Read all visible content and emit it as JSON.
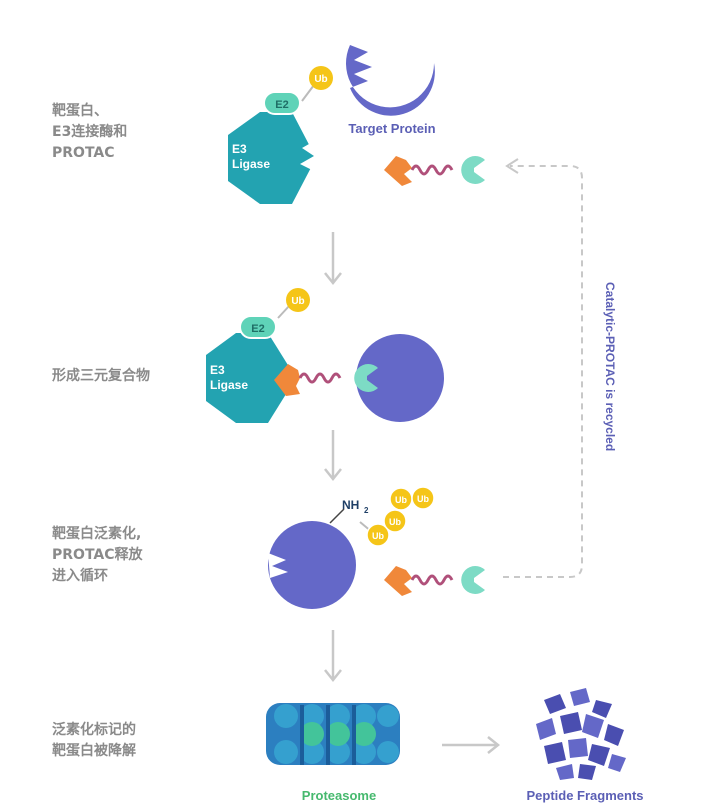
{
  "steps": [
    {
      "label": "靶蛋白、\nE3连接酶和\nPROTAC"
    },
    {
      "label": "形成三元复合物"
    },
    {
      "label": "靶蛋白泛素化,\nPROTAC释放\n进入循环"
    },
    {
      "label": "泛素化标记的\n靶蛋白被降解"
    }
  ],
  "molecules": {
    "e2": "E2",
    "ub": "Ub",
    "e3_line1": "E3",
    "e3_line2": "Ligase",
    "target_protein": "Target Protein",
    "nh2": "NH",
    "nh2_sub": "2",
    "proteasome": "Proteasome",
    "peptide_fragments": "Peptide Fragments",
    "recycle": "Catalytic-PROTAC is recycled"
  },
  "colors": {
    "protein": "#6468c8",
    "ligase": "#23a3b1",
    "e2": "#5fd3b8",
    "ub": "#f5c518",
    "warhead": "#f0883a",
    "linker": "#b0507a",
    "anchor": "#7ddbc5",
    "arrow": "#c8c8c8",
    "label_gray": "#8a8a8a",
    "label_blue": "#5b5fb5",
    "label_green": "#46b96e"
  }
}
